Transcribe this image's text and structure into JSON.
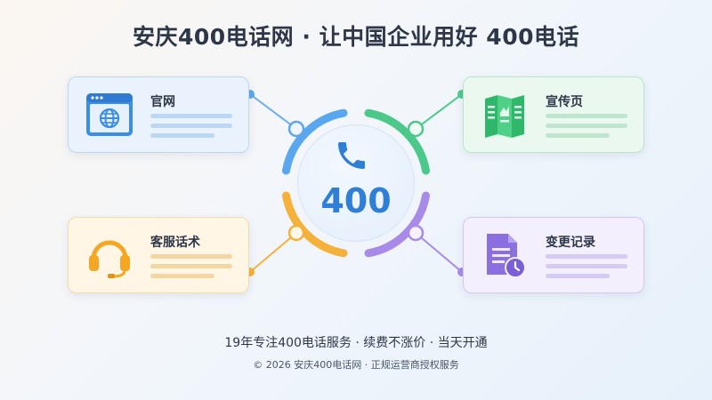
{
  "title": "安庆400电话网 · 让中国企业用好 400电话",
  "center": {
    "number": "400",
    "icon": "phone-icon"
  },
  "cards": [
    {
      "label": "官网",
      "icon": "website-globe-icon",
      "color": "#3b8ee6"
    },
    {
      "label": "宣传页",
      "icon": "brochure-icon",
      "color": "#2fb86a"
    },
    {
      "label": "客服话术",
      "icon": "headset-icon",
      "color": "#f5a623"
    },
    {
      "label": "变更记录",
      "icon": "document-clock-icon",
      "color": "#8b6fe0"
    }
  ],
  "tagline": "19年专注400电话服务 · 续费不涨价 · 当天开通",
  "footer": "© 2026 安庆400电话网 · 正规运营商授权服务",
  "colors": {
    "blue": "#5aa7f0",
    "green": "#4cc98a",
    "orange": "#f5b13a",
    "purple": "#a88ae8"
  }
}
